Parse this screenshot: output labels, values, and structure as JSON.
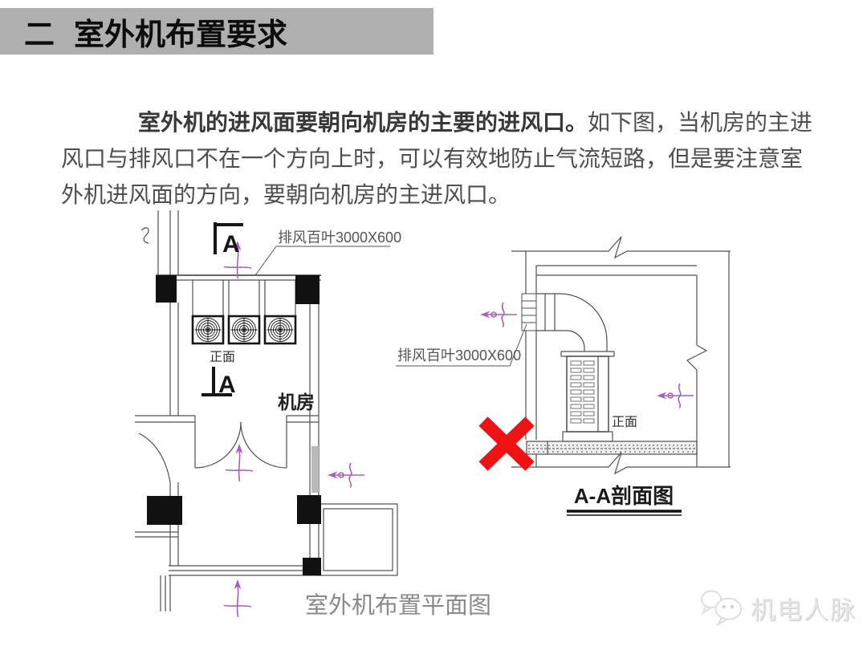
{
  "header": {
    "section_number": "二",
    "title": "室外机布置要求"
  },
  "paragraph": {
    "lead": "室外机的进风面要朝向机房的主要的进风口。",
    "body": "如下图，当机房的主进风口与排风口不在一个方向上时，可以有效地防止气流短路，但是要注意室外机进风面的方向，要朝向机房的主进风口。"
  },
  "plan_view": {
    "louver_label": "排风百叶3000X600",
    "section_marker_top": "A",
    "section_marker_bottom": "A",
    "fans_front_label": "正面",
    "room_label": "机房",
    "caption": "室外机布置平面图"
  },
  "section_view": {
    "louver_label": "排风百叶3000X600",
    "unit_front_label": "正面",
    "caption": "A-A剖面图"
  },
  "watermark": {
    "text": "机电人脉",
    "icon": "wechat-bubbles-icon"
  },
  "icons": {
    "wrong_mark": "red-x-icon",
    "airflow_arrows": "purple-airflow-arrow"
  },
  "colors": {
    "header_bar": "#b0b0b0",
    "header_text": "#0d0d0d",
    "lead_text": "#383838",
    "body_text": "#4f4f4f",
    "drawing_line": "#4f4f4f",
    "drawing_heavy": "#161616",
    "airflow_purple": "#a95dbe",
    "wrong_mark_red": "#ee1212",
    "caption_gray": "#8a8a8a",
    "watermark_gray": "#e6e6e6"
  }
}
